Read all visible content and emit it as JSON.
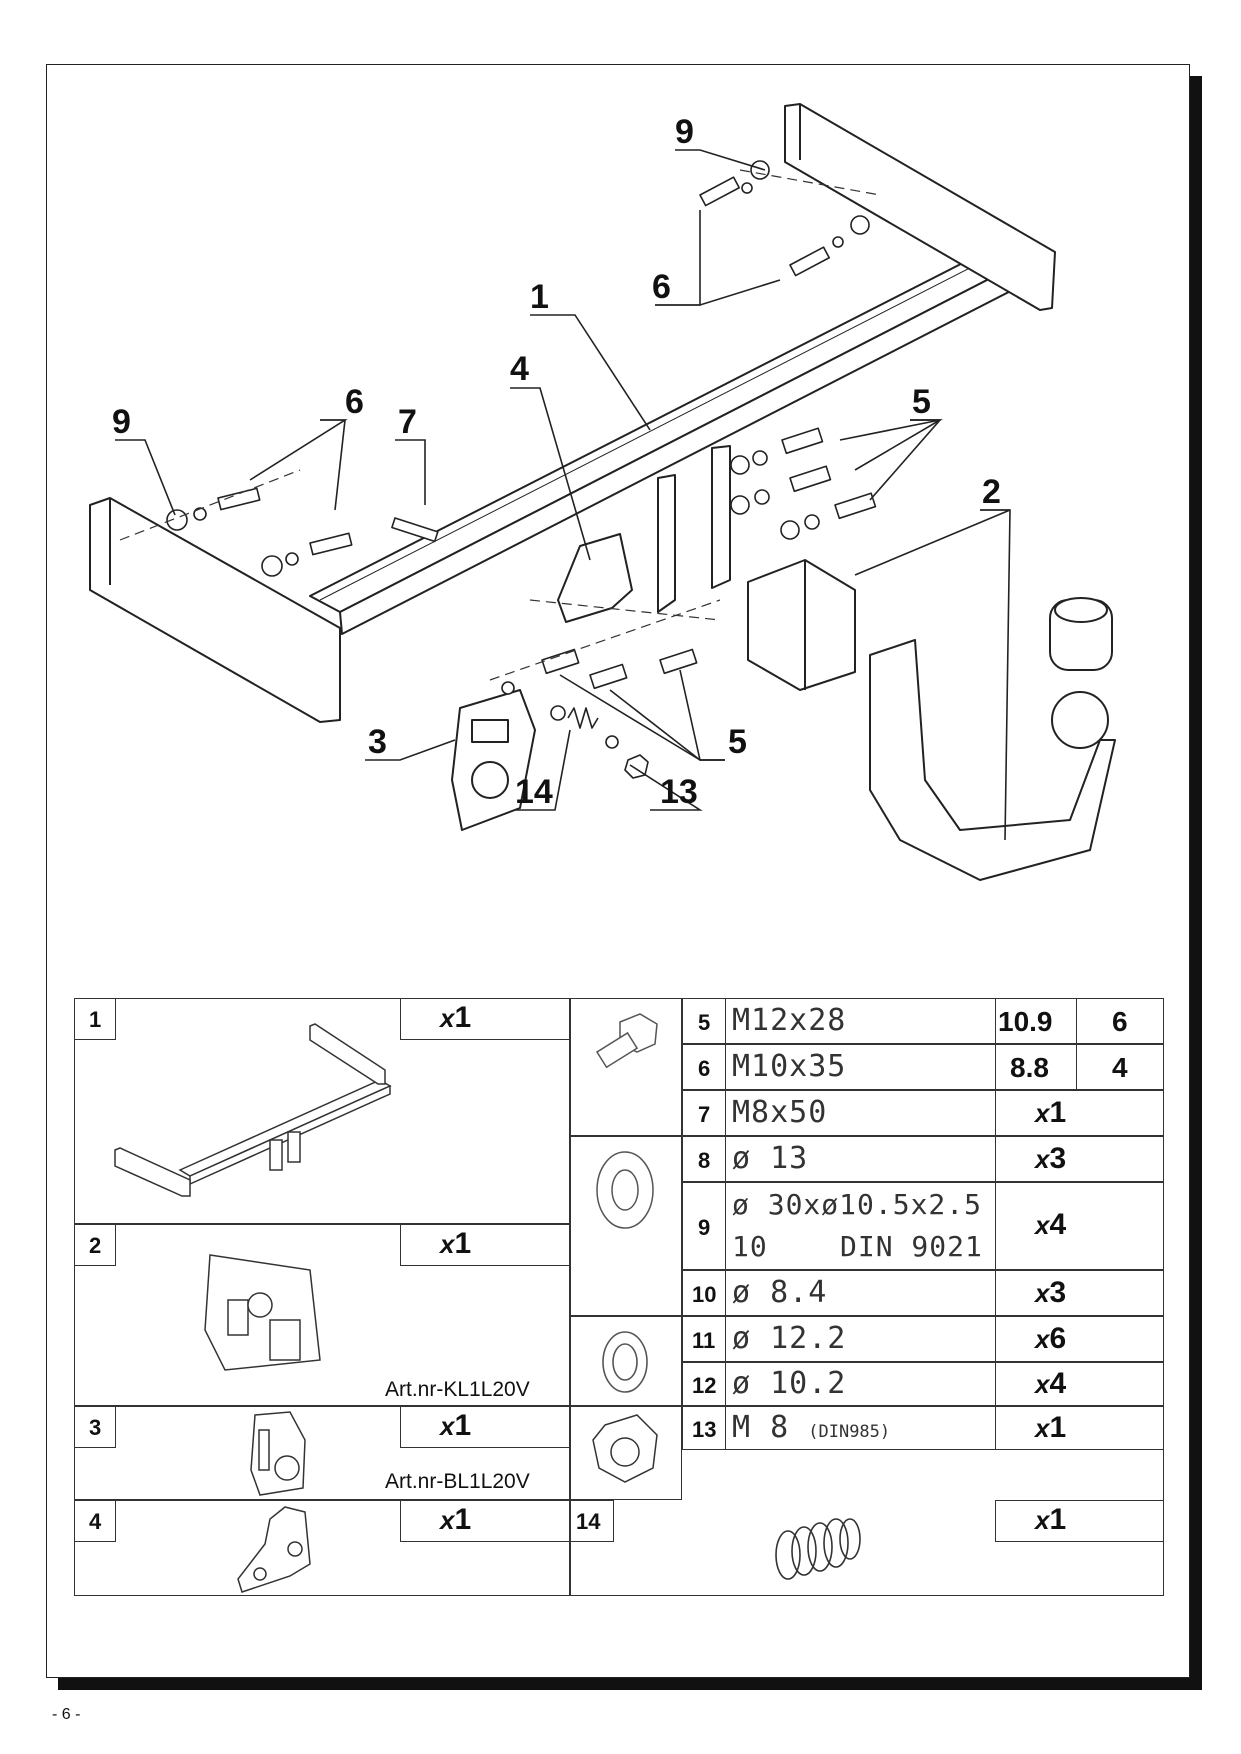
{
  "callouts": {
    "c9_top": "9",
    "c6_top": "6",
    "c1": "1",
    "c4": "4",
    "c9_left": "9",
    "c6_left": "6",
    "c7": "7",
    "c5_top": "5",
    "c2": "2",
    "c3": "3",
    "c14": "14",
    "c13": "13",
    "c5_bottom": "5"
  },
  "parts": [
    {
      "no": "1",
      "qty_prefix": "x",
      "qty": "1",
      "icon": "crossbar-icon"
    },
    {
      "no": "2",
      "qty_prefix": "x",
      "qty": "1",
      "art": "Art.nr-KL1L20V",
      "icon": "ball-hitch-icon"
    },
    {
      "no": "3",
      "qty_prefix": "x",
      "qty": "1",
      "art": "Art.nr-BL1L20V",
      "icon": "socket-plate-icon"
    },
    {
      "no": "4",
      "qty_prefix": "x",
      "qty": "1",
      "icon": "bracket-icon"
    }
  ],
  "bolts": [
    {
      "no": "5",
      "spec": "M12x28",
      "grade": "10.9",
      "qty": "6"
    },
    {
      "no": "6",
      "spec": "M10x35",
      "grade": "8.8",
      "qty": "4"
    },
    {
      "no": "7",
      "spec": "M8x50",
      "qty_prefix": "x",
      "qty": "1"
    }
  ],
  "washers": [
    {
      "no": "8",
      "spec": "ø 13",
      "qty_prefix": "x",
      "qty": "3"
    },
    {
      "no": "9",
      "spec": "ø 30xø10.5x2.5",
      "spec2": "10",
      "spec3": "DIN 9021",
      "qty_prefix": "x",
      "qty": "4"
    },
    {
      "no": "10",
      "spec": "ø 8.4",
      "qty_prefix": "x",
      "qty": "3"
    }
  ],
  "spring_washers": [
    {
      "no": "11",
      "spec": "ø 12.2",
      "qty_prefix": "x",
      "qty": "6"
    },
    {
      "no": "12",
      "spec": "ø 10.2",
      "qty_prefix": "x",
      "qty": "4"
    }
  ],
  "nuts": [
    {
      "no": "13",
      "spec": "M 8",
      "spec_small": "(DIN985)",
      "qty_prefix": "x",
      "qty": "1"
    }
  ],
  "spring": {
    "no": "14",
    "qty_prefix": "x",
    "qty": "1"
  },
  "page_number": "- 6 -"
}
